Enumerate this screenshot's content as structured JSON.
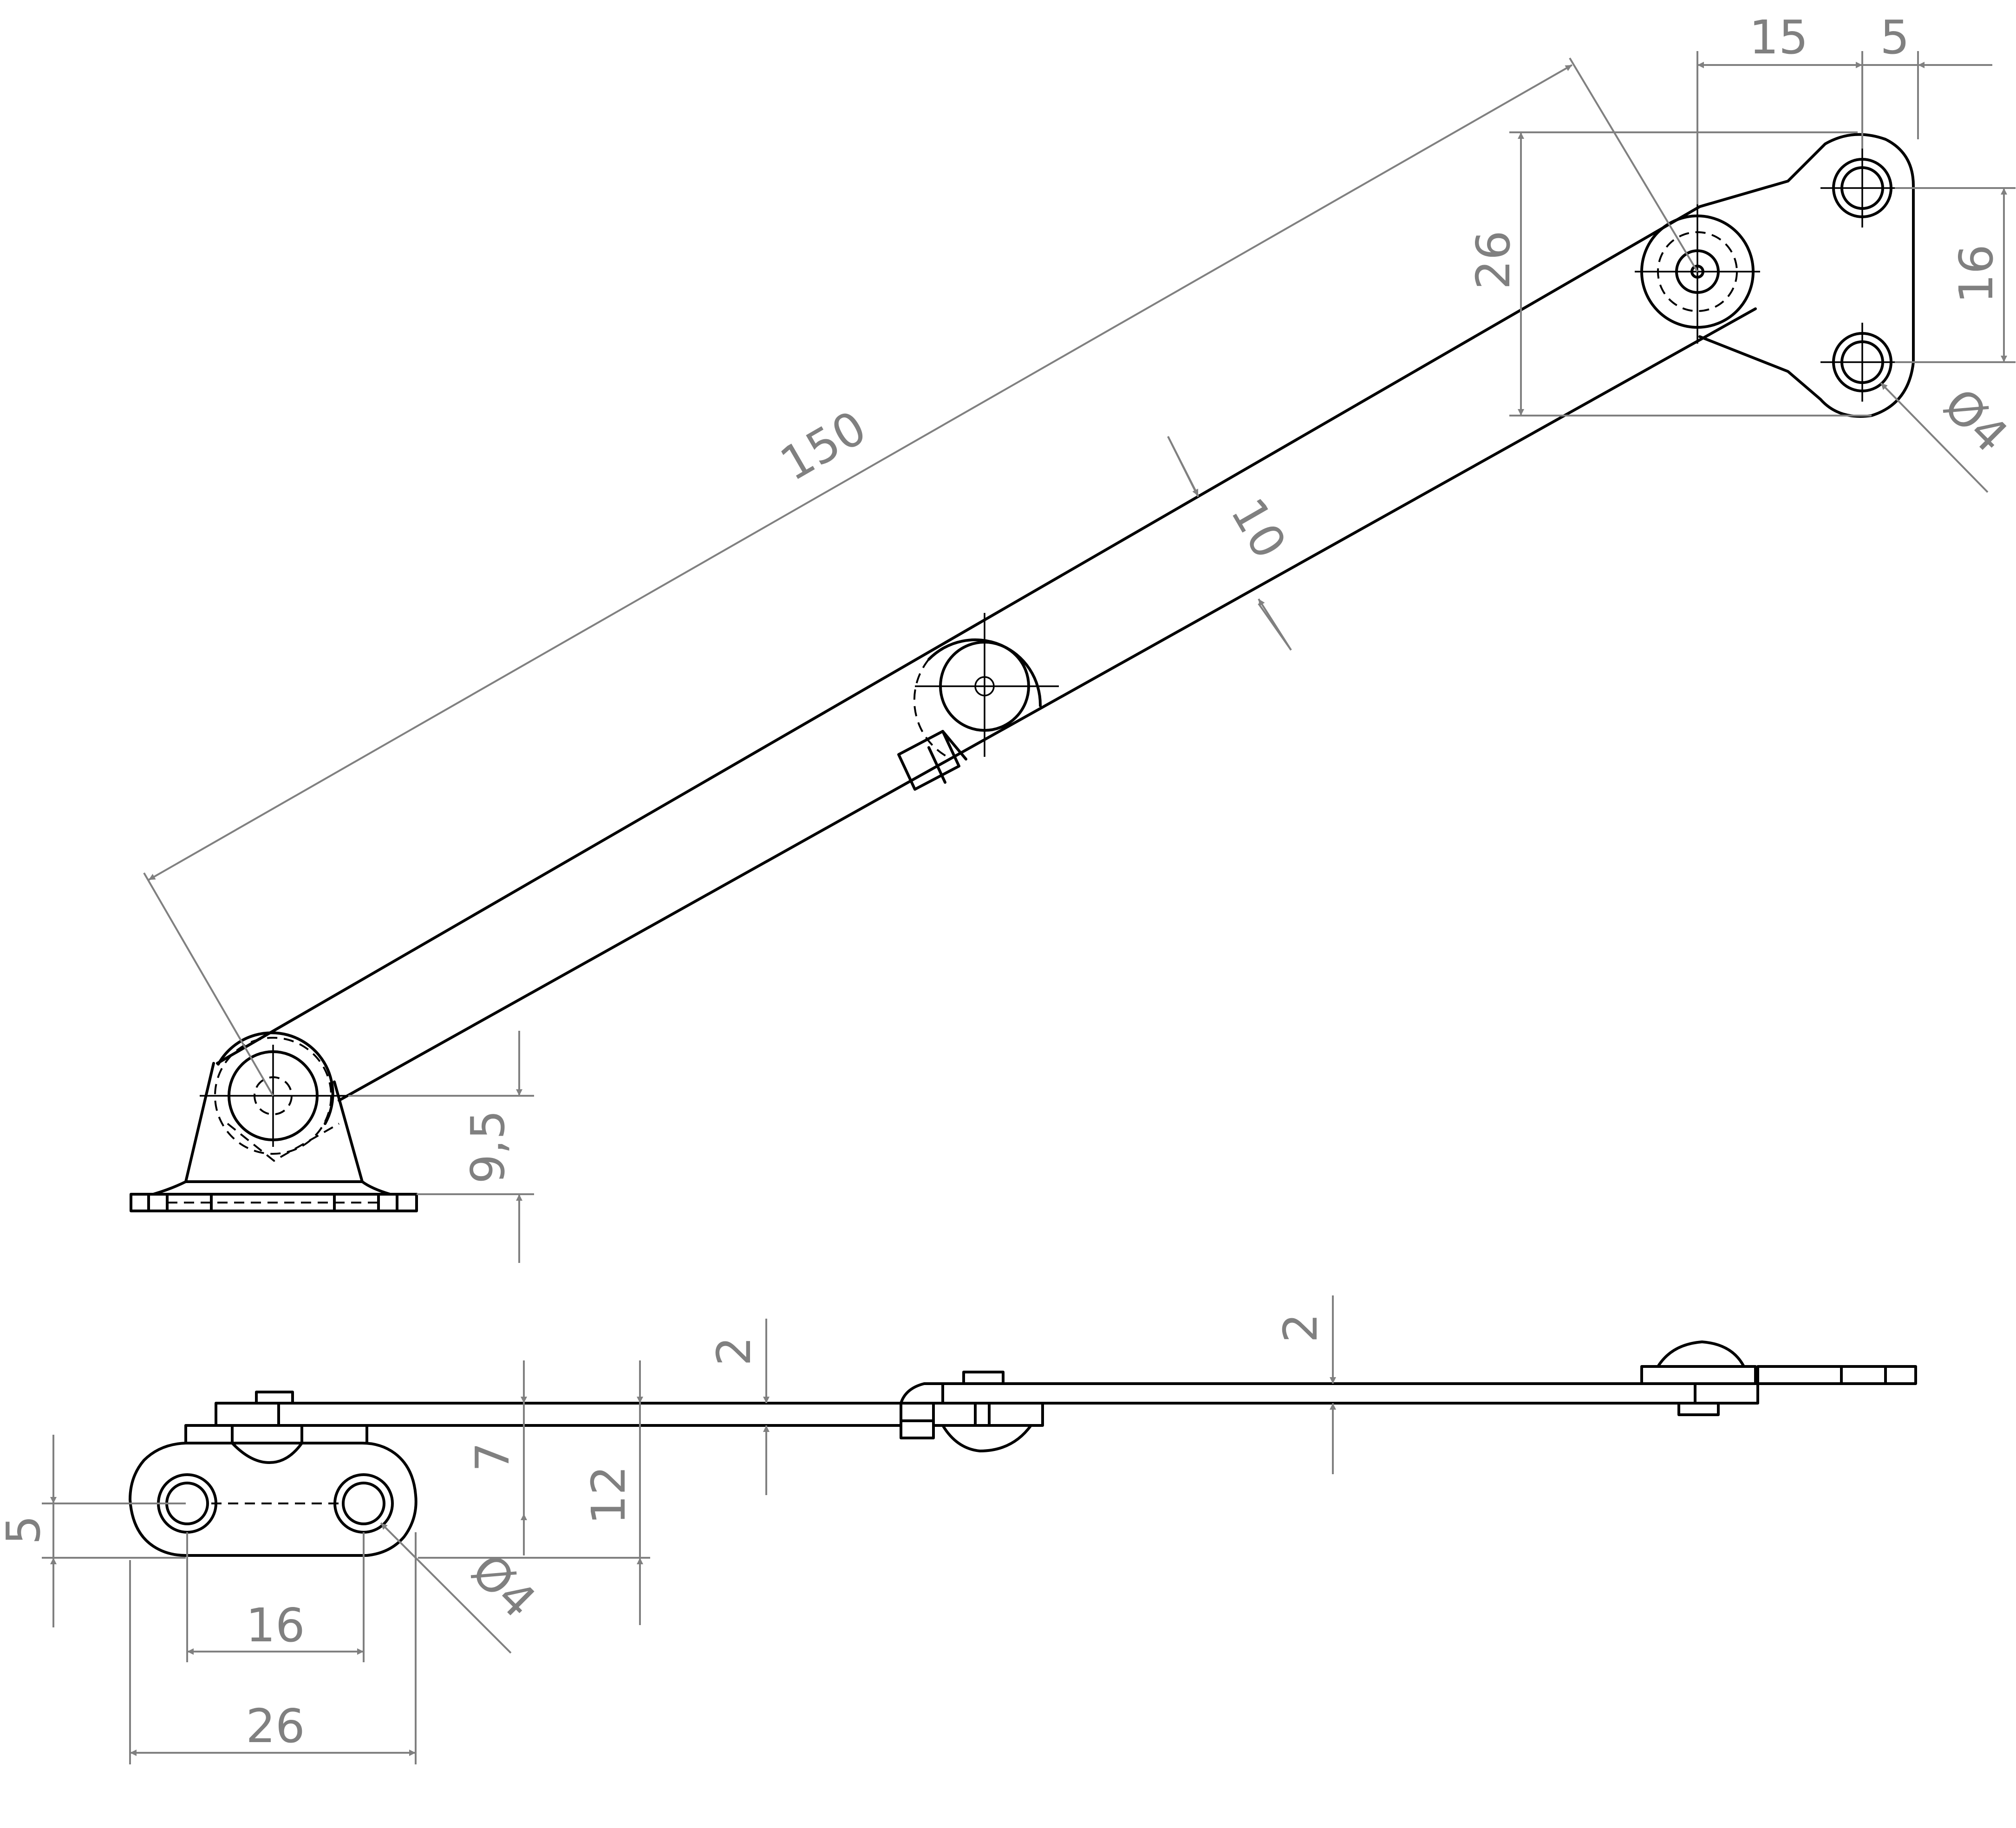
{
  "dimensions": {
    "overall_length": "150",
    "arm_width": "10",
    "pivot_height": "9,5",
    "bracket_hole_spacing_horizontal": "15",
    "bracket_edge_offset": "5",
    "bracket_height": "26",
    "bracket_hole_spacing_vertical": "16",
    "bracket_hole_diameter": "Ø4",
    "arm_thickness_left": "2",
    "arm_thickness_right": "2",
    "side_height_small": "7",
    "side_height_total": "12",
    "base_hole_offset": "5",
    "base_hole_spacing": "16",
    "base_width": "26",
    "base_hole_diameter": "Ø4"
  },
  "colors": {
    "outline": "#000000",
    "dimension": "#808080",
    "background": "#ffffff"
  }
}
